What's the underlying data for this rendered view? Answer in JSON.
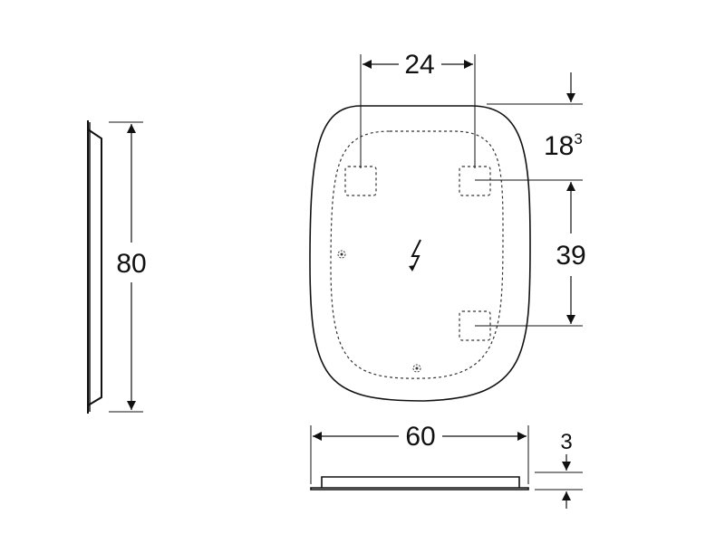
{
  "dimensions": {
    "top_spacing": "24",
    "top_offset_main": "18",
    "top_offset_sup": "3",
    "vertical_spacing": "39",
    "height": "80",
    "width": "60",
    "depth": "3"
  },
  "colors": {
    "line": "#111111",
    "light_line": "#555555",
    "background": "#ffffff"
  },
  "icons": {
    "power": "lightning-bolt-icon",
    "sensor": "sensor-dot-icon"
  }
}
